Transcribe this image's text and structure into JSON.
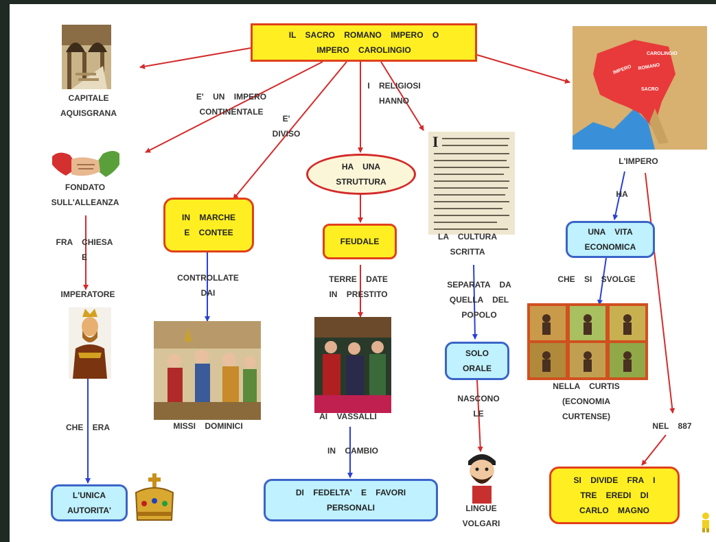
{
  "title": "IL SACRO ROMANO IMPERO O\nIMPERO CAROLINGIO",
  "nodes": {
    "capitale": "CAPITALE\nAQUISGRANA",
    "fondato": "FONDATO\nSULL'ALLEANZA",
    "imperatore": "IMPERATORE",
    "unica_autorita": "L'UNICA\nAUTORITA'",
    "marche_contee": "IN MARCHE\nE CONTEE",
    "missi_dominici": "MISSI DOMINICI",
    "ha_una_struttura": "HA UNA\nSTRUTTURA",
    "feudale": "FEUDALE",
    "ai_vassalli": "AI VASSALLI",
    "fedelta": "DI FEDELTA' E FAVORI\nPERSONALI",
    "cultura_scritta": "LA CULTURA\nSCRITTA",
    "solo_orale": "SOLO\nORALE",
    "lingue_volgari": "LINGUE\nVOLGARI",
    "impero": "L'IMPERO",
    "vita_economica": "UNA VITA\nECONOMICA",
    "nella_curtis": "NELLA CURTIS\n(ECONOMIA\nCURTENSE)",
    "nel_887": "NEL 887",
    "si_divide": "SI DIVIDE FRA I\nTRE EREDI DI\nCARLO MAGNO"
  },
  "links": {
    "continentale": "E' UN IMPERO\nCONTINENTALE",
    "diviso": "E'\nDIVISO",
    "religiosi": "I RELIGIOSI\nHANNO",
    "fra_chiesa": "FRA CHIESA\nE",
    "che_era": "CHE ERA",
    "controllate": "CONTROLLATE\nDAI",
    "terre_date": "TERRE DATE\nIN PRESTITO",
    "in_cambio": "IN CAMBIO",
    "separata": "SEPARATA DA\nQUELLA DEL\nPOPOLO",
    "nascono": "NASCONO\nLE",
    "ha": "HA",
    "che_si_svolge": "CHE SI SVOLGE"
  },
  "map_labels": [
    "CAROLINGIO",
    "IMPERO",
    "ROMANO",
    "SACRO"
  ],
  "colors": {
    "yellow_fill": "#ffef22",
    "red_border": "#e0401a",
    "blue_fill": "#bff1ff",
    "blue_border": "#3a64c8",
    "red_arrow": "#d42a2a",
    "blue_arrow": "#2a3fd4"
  }
}
